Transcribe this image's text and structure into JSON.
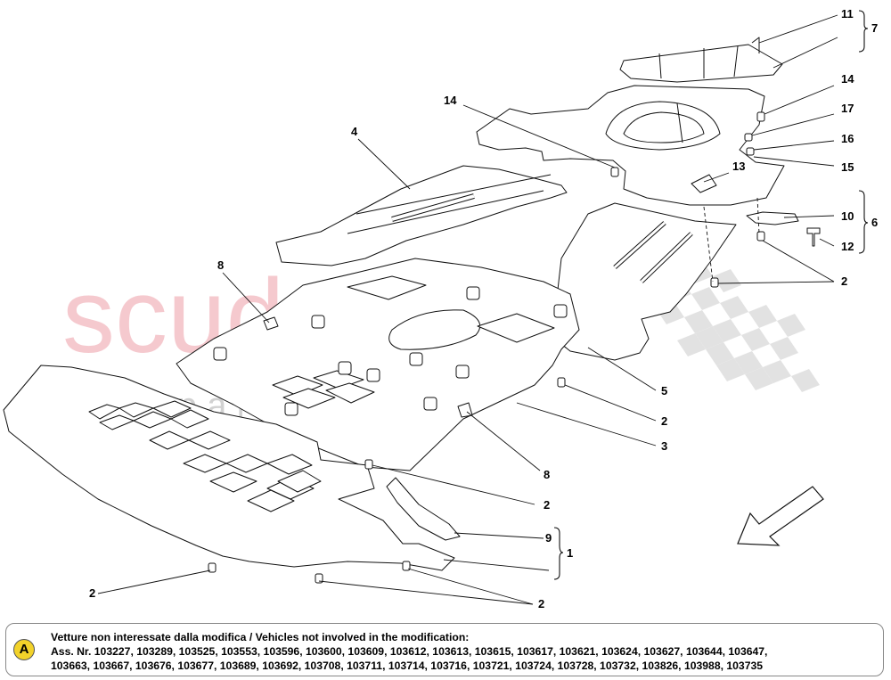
{
  "watermark": {
    "brand": "scuderia",
    "subtitle": "c a r   p a r t s",
    "brand_color": "#e35a6a"
  },
  "callouts": [
    {
      "id": "c11",
      "text": "11"
    },
    {
      "id": "c7",
      "text": "7"
    },
    {
      "id": "c14a",
      "text": "14"
    },
    {
      "id": "c14b",
      "text": "14"
    },
    {
      "id": "c17",
      "text": "17"
    },
    {
      "id": "c16",
      "text": "16"
    },
    {
      "id": "c15",
      "text": "15"
    },
    {
      "id": "c4",
      "text": "4"
    },
    {
      "id": "c13",
      "text": "13"
    },
    {
      "id": "c10",
      "text": "10"
    },
    {
      "id": "c6",
      "text": "6"
    },
    {
      "id": "c12",
      "text": "12"
    },
    {
      "id": "c8a",
      "text": "8"
    },
    {
      "id": "c2a",
      "text": "2"
    },
    {
      "id": "c5",
      "text": "5"
    },
    {
      "id": "c2b",
      "text": "2"
    },
    {
      "id": "c3",
      "text": "3"
    },
    {
      "id": "c8b",
      "text": "8"
    },
    {
      "id": "c2c",
      "text": "2"
    },
    {
      "id": "c9",
      "text": "9"
    },
    {
      "id": "c1",
      "text": "1"
    },
    {
      "id": "c2d",
      "text": "2"
    },
    {
      "id": "c2e",
      "text": "2"
    }
  ],
  "note": {
    "badge": "A",
    "line1": "Vetture non interessate dalla modifica / Vehicles not involved in the modification:",
    "line2": "Ass. Nr. 103227, 103289, 103525, 103553, 103596, 103600, 103609, 103612, 103613, 103615, 103617, 103621, 103624, 103627, 103644, 103647,",
    "line3": "103663, 103667, 103676, 103677, 103689, 103692, 103708, 103711, 103714, 103716, 103721, 103724, 103728, 103732, 103826, 103988, 103735",
    "badge_color": "#f2d22a"
  }
}
